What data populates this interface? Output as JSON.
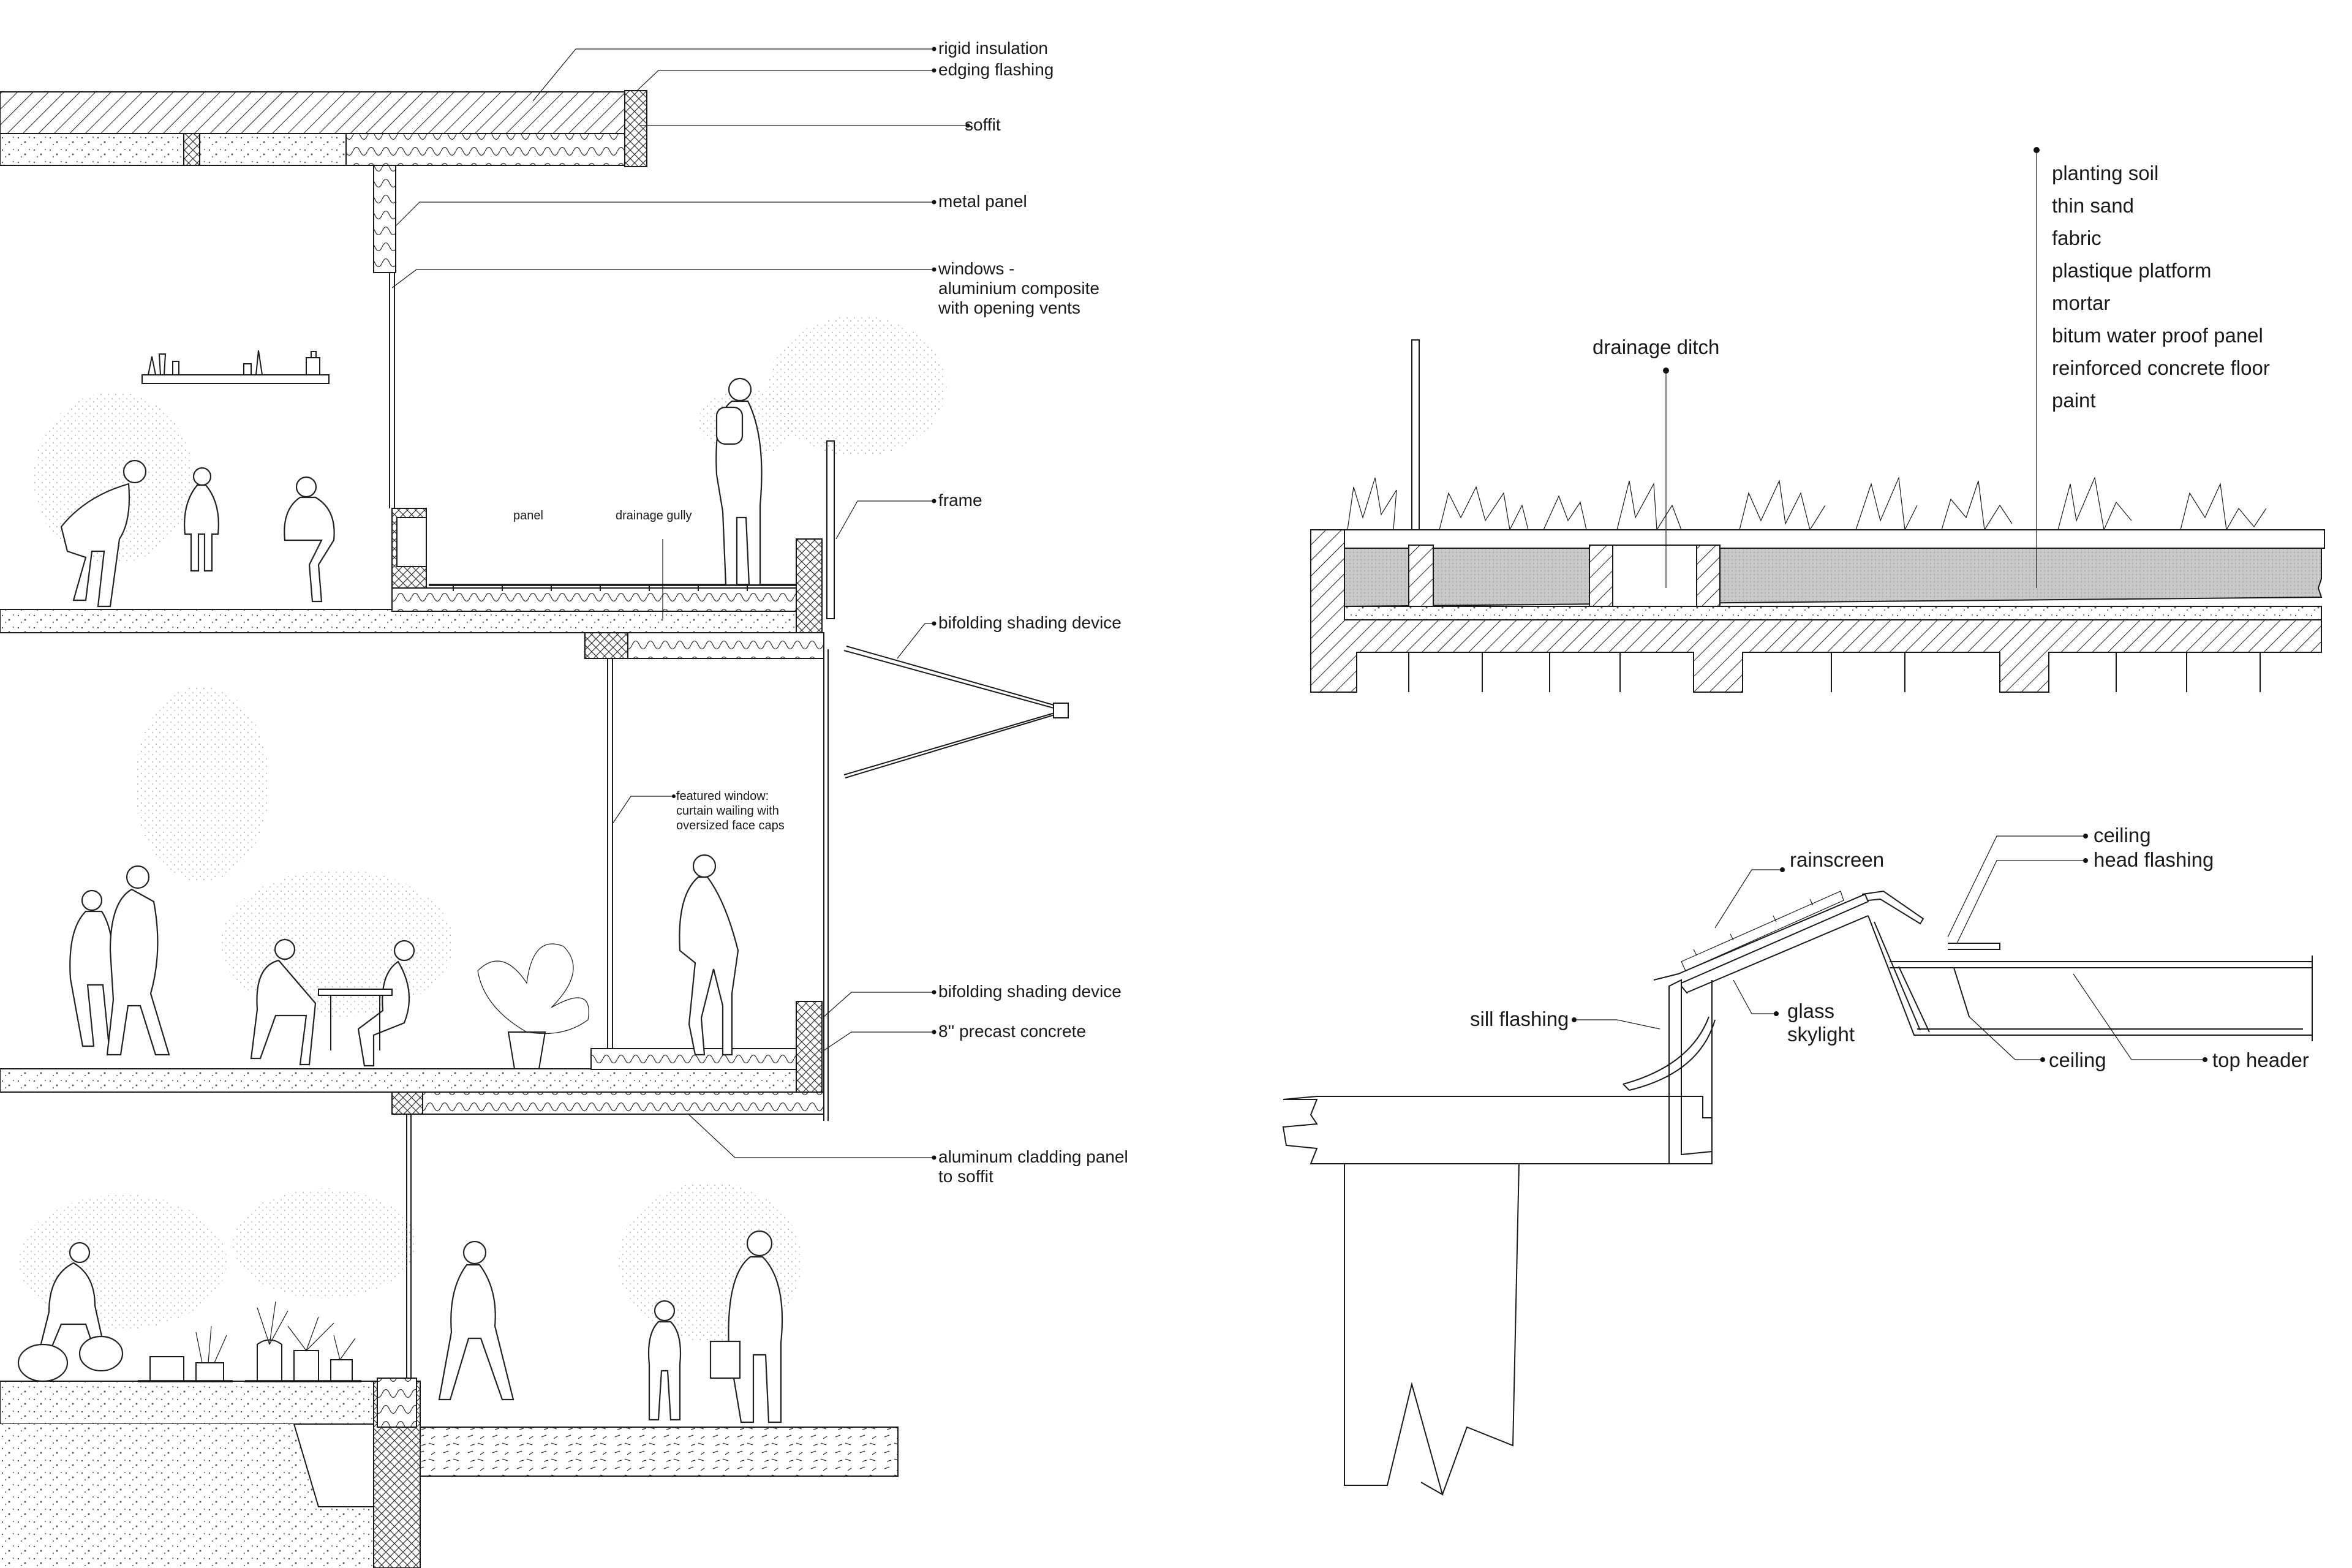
{
  "section_labels": {
    "rigid_insulation": "rigid insulation",
    "edging_flashing": "edging flashing",
    "soffit": "soffit",
    "metal_panel": "metal panel",
    "windows_line1": "windows -",
    "windows_line2": "aluminium composite",
    "windows_line3": "with opening vents",
    "frame": "frame",
    "panel": "panel",
    "drainage_gully": "drainage gully",
    "bifolding_shading_upper": "bifolding shading device",
    "featured_window_line1": "featured window:",
    "featured_window_line2": "curtain wailing with",
    "featured_window_line3": "oversized face caps",
    "bifolding_shading_lower": "bifolding shading device",
    "precast_concrete": "8'' precast concrete",
    "cladding_line1": "aluminum cladding panel",
    "cladding_line2": "to soffit"
  },
  "green_roof": {
    "drainage_ditch": "drainage ditch",
    "layers": [
      "planting soil",
      "thin sand",
      "fabric",
      "plastique platform",
      "mortar",
      "bitum water proof panel",
      "reinforced concrete floor",
      "paint"
    ]
  },
  "skylight": {
    "ceiling_top": "ceiling",
    "head_flashing": "head flashing",
    "rainscreen": "rainscreen",
    "sill_flashing": "sill flashing",
    "glass_line1": "glass",
    "glass_line2": "skylight",
    "ceiling_bottom": "ceiling",
    "top_header": "top header"
  }
}
